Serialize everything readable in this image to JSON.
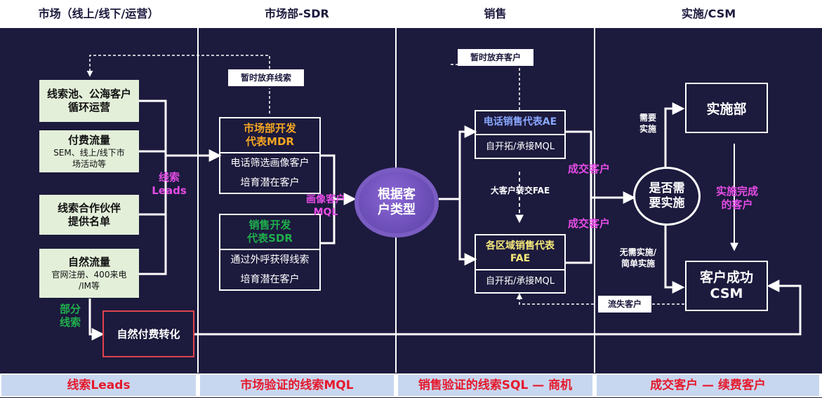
{
  "columns": [
    {
      "header": "市场（线上/线下/运营）",
      "footer": "线索Leads"
    },
    {
      "header": "市场部-SDR",
      "footer": "市场验证的线索MQL"
    },
    {
      "header": "销售",
      "footer": "销售验证的线索SQL — 商机"
    },
    {
      "header": "实施/CSM",
      "footer": "成交客户 — 续费客户"
    }
  ],
  "sources": [
    {
      "title": "线索池、公海客户\n循环运营",
      "sub": ""
    },
    {
      "title": "付费流量",
      "sub": "SEM、线上/线下市\n场活动等"
    },
    {
      "title": "线索合作伙伴\n提供名单",
      "sub": ""
    },
    {
      "title": "自然流量",
      "sub": "官网注册、400来电\n/IM等"
    }
  ],
  "labels": {
    "leads": "线索\nLeads",
    "partial_leads": "部分\n线索",
    "mql": "画像客户\nMQL",
    "deal1": "成交客户",
    "deal2": "成交客户",
    "big_to_fae": "大客户转交FAE",
    "need_impl": "需要\n实施",
    "no_impl": "无需实施/\n简单实施",
    "impl_done": "实施完成\n的客户"
  },
  "notes": {
    "abandon_leads": "暂时放弃线索",
    "abandon_customers": "暂时放弃客户",
    "lost_customers": "流失客户"
  },
  "natural_paid": "自然付费转化",
  "mdr": {
    "title": "市场部开发\n代表MDR",
    "line1": "电话筛选画像客户",
    "line2": "培育潜在客户"
  },
  "sdr": {
    "title": "销售开发\n代表SDR",
    "line1": "通过外呼获得线索",
    "line2": "培育潜在客户"
  },
  "classify": "根据客\n户类型",
  "ae": {
    "title": "电话销售代表AE",
    "line1": "自开拓/承接MQL"
  },
  "fae": {
    "title": "各区域销售代表\nFAE",
    "line1": "自开拓/承接MQL"
  },
  "decision": "是否需\n要实施",
  "impl_dept": "实施部",
  "csm": "客户成功\nCSM",
  "colors": {
    "background": "#1c1a3d",
    "magenta": "#e64ce6",
    "green": "#1fb04b",
    "orange": "#f5a623",
    "blue_title": "#8aa8ff",
    "yellow_title": "#f5e87a",
    "red_border": "#e0424c",
    "footer_red": "#e6192c",
    "footer_bg": "#c8d7f0",
    "source_bg": "#e3efd9"
  }
}
